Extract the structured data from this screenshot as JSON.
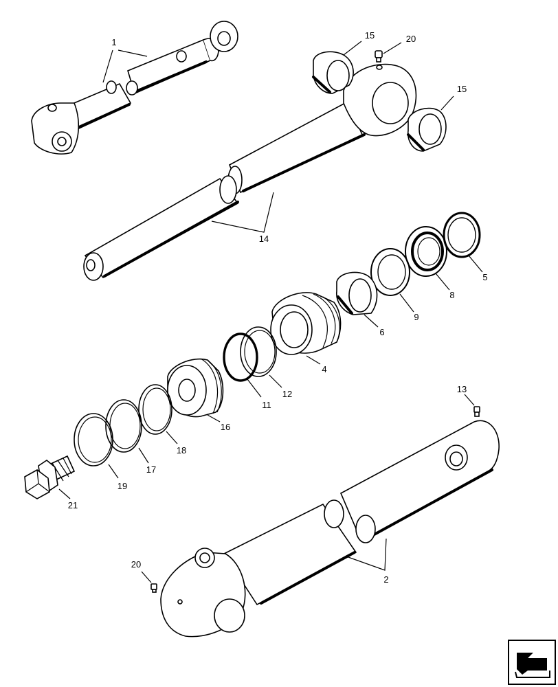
{
  "labels": {
    "l1": "1",
    "l2": "2",
    "l4": "4",
    "l5": "5",
    "l6": "6",
    "l8": "8",
    "l9": "9",
    "l11": "11",
    "l12": "12",
    "l13": "13",
    "l14": "14",
    "l15a": "15",
    "l15b": "15",
    "l16": "16",
    "l17": "17",
    "l18": "18",
    "l19": "19",
    "l20a": "20",
    "l20b": "20",
    "l21": "21"
  },
  "nav": {
    "icon": "next-page-arrow-icon"
  }
}
